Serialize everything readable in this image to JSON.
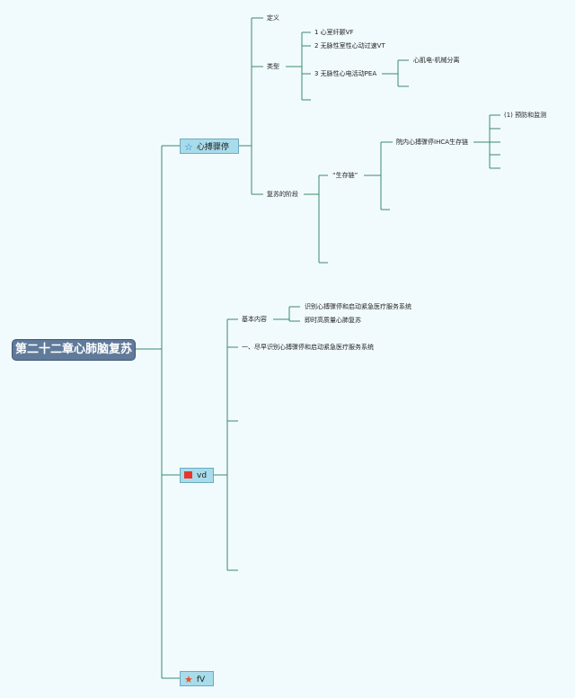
{
  "root": {
    "label": "第二十二章心肺脑复苏"
  },
  "branches": [
    {
      "label": "心搏骤停",
      "icon": "star-outline-icon"
    },
    {
      "label": "vd",
      "icon": "red-flag-icon"
    },
    {
      "label": "fV",
      "icon": "orange-star-icon"
    }
  ],
  "b1": {
    "definition": "定义",
    "type": "类型",
    "types": [
      "1 心室纤颤VF",
      "2 无脉性室性心动过速VT",
      "3 无脉性心电活动PEA"
    ],
    "pea_child": "心肌电-机械分离",
    "stage": "复苏的阶段",
    "chain": "“生存链”",
    "ihca": "院内心搏骤停IHCA生存链",
    "ihca_first": "(1) 预防和监测"
  },
  "b2": {
    "basic": "基本内容",
    "basic_items": [
      "识别心搏骤停和启动紧急医疗服务系统",
      "即时高质量心肺复苏"
    ],
    "section1": "一、尽早识别心搏骤停和启动紧急医疗服务系统"
  },
  "colors": {
    "line": "#3c8a6e",
    "root": "#607a9a",
    "branch": "#a8dceb"
  }
}
